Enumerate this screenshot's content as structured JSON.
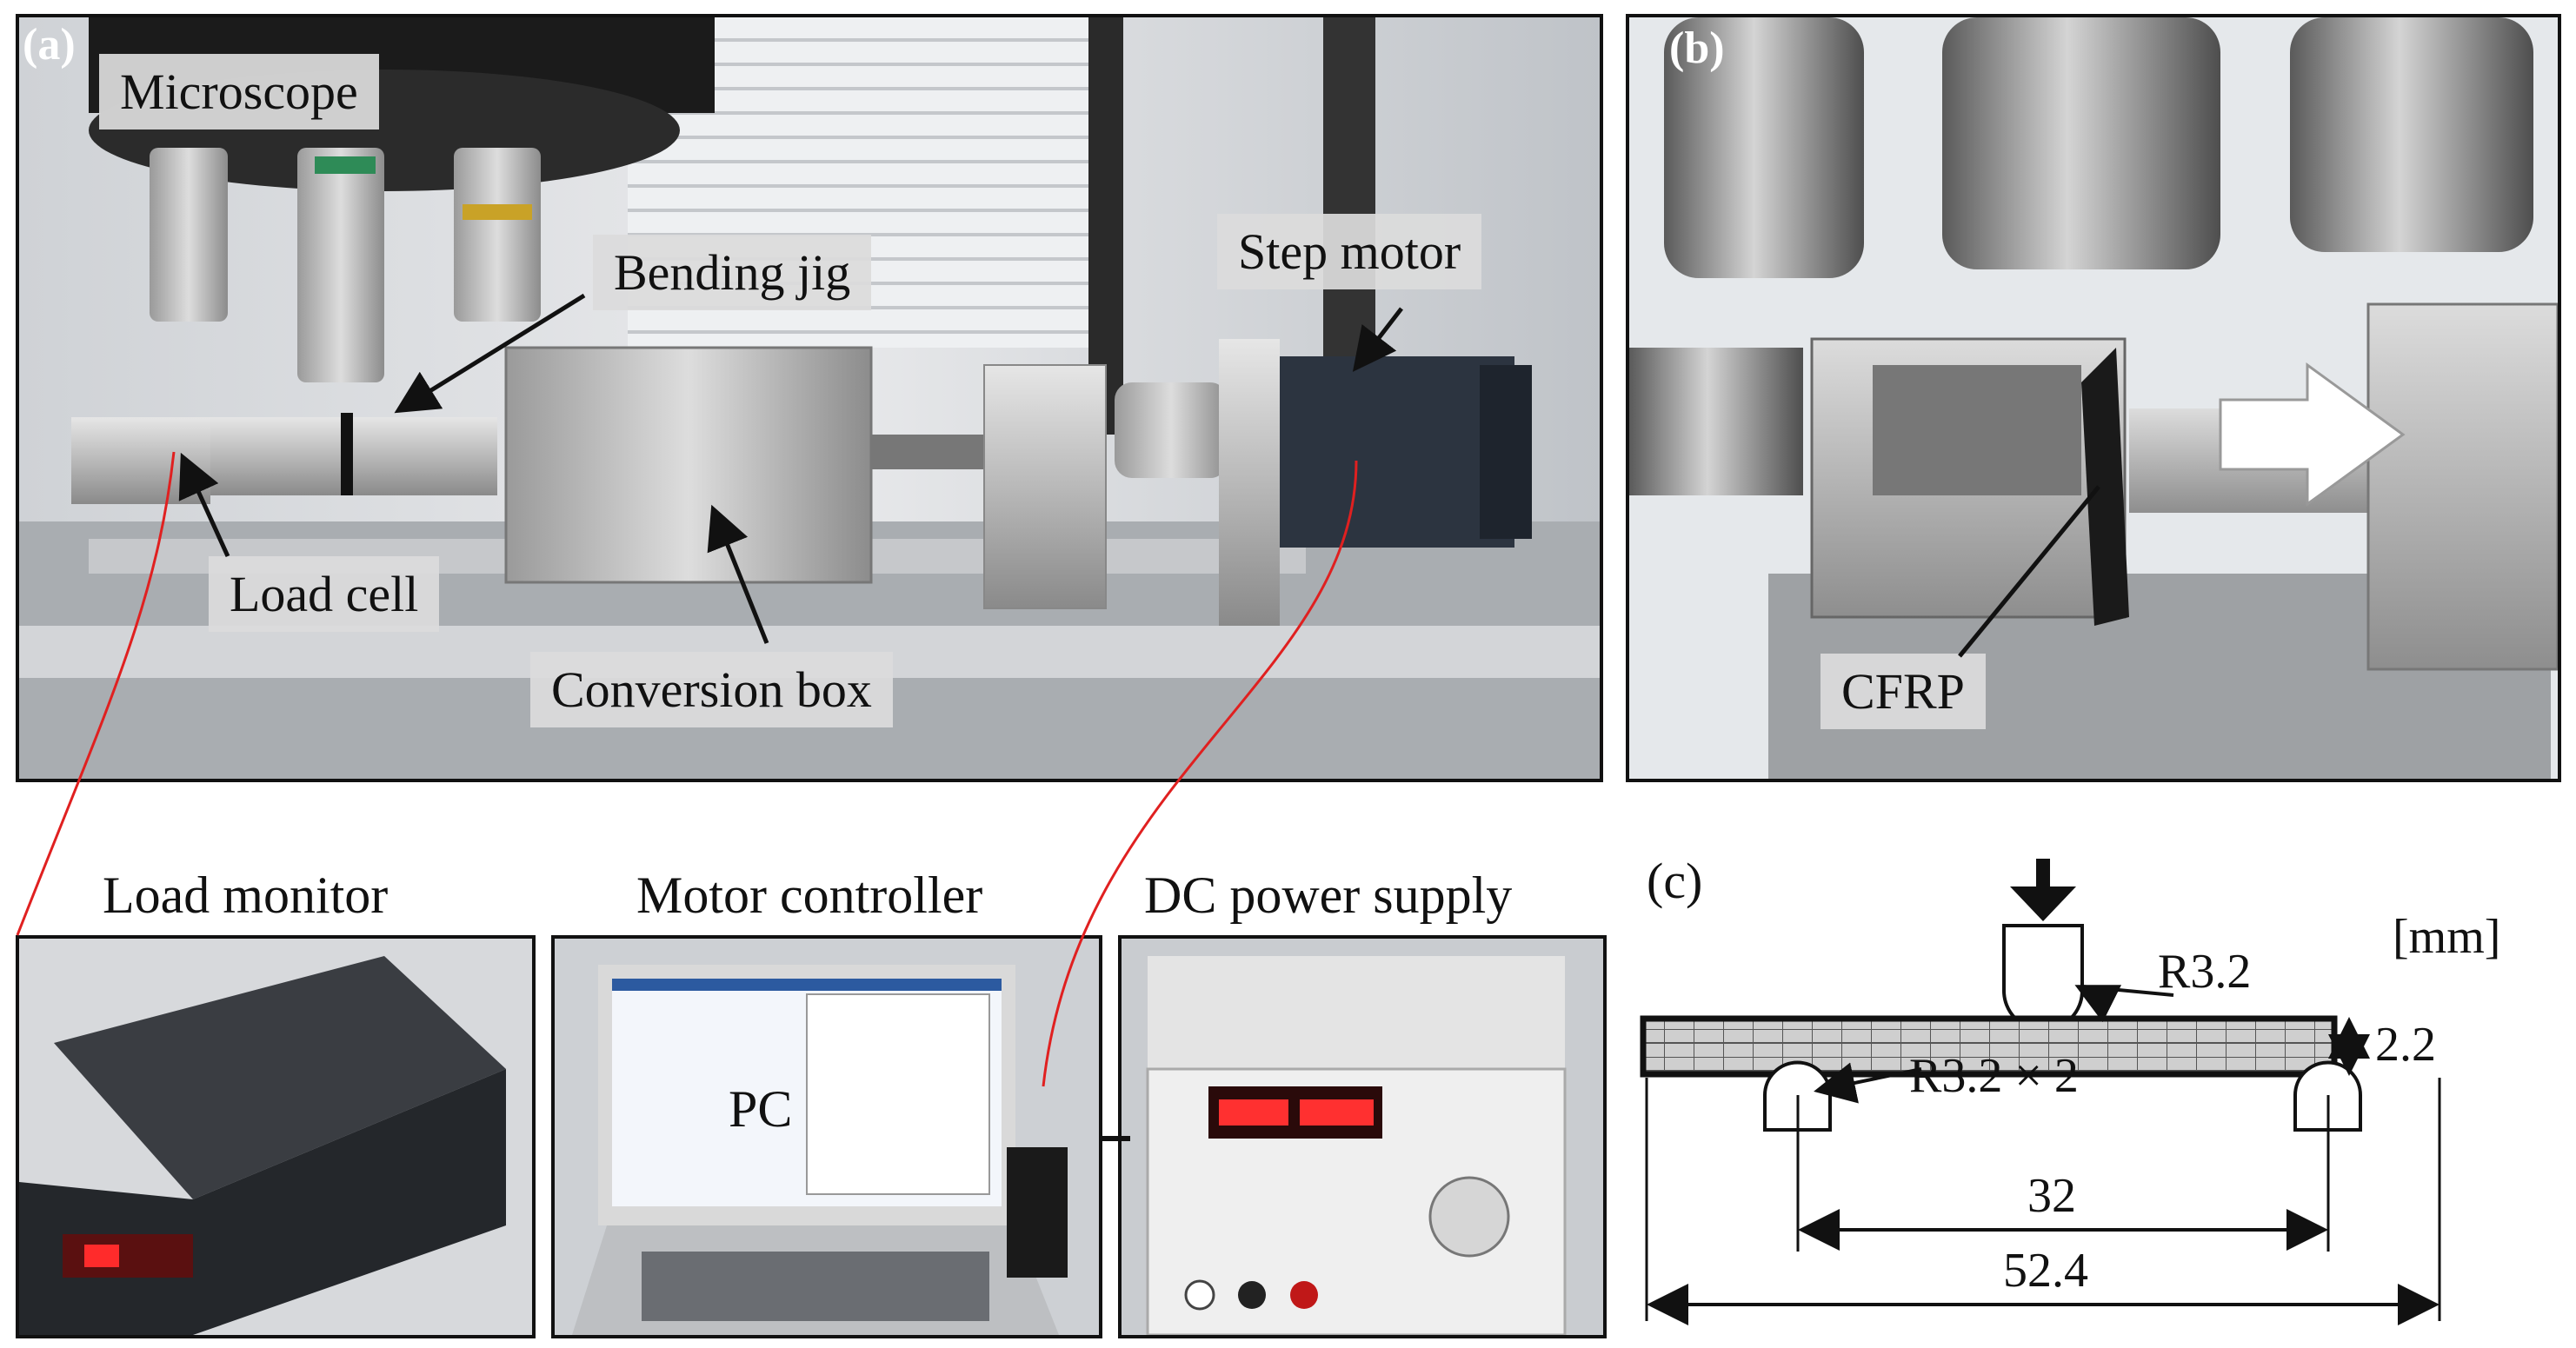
{
  "panel_a": {
    "label": "(a)",
    "callouts": {
      "microscope": "Microscope",
      "bending_jig": "Bending jig",
      "step_motor": "Step motor",
      "load_cell": "Load cell",
      "conversion_box": "Conversion box"
    }
  },
  "panel_b": {
    "label": "(b)",
    "callouts": {
      "cfrp": "CFRP"
    }
  },
  "panel_c": {
    "label": "(c)",
    "unit": "[mm]",
    "dims": {
      "indenter_radius": "R3.2",
      "thickness": "2.2",
      "support_radius": "R3.2 × 2",
      "span": "32",
      "length": "52.4"
    }
  },
  "devices": {
    "load_monitor": "Load monitor",
    "motor_controller": "Motor controller",
    "dc_power_supply": "DC power supply",
    "pc": "PC"
  },
  "colors": {
    "connector_line": "#e02020",
    "frame": "#111111"
  }
}
